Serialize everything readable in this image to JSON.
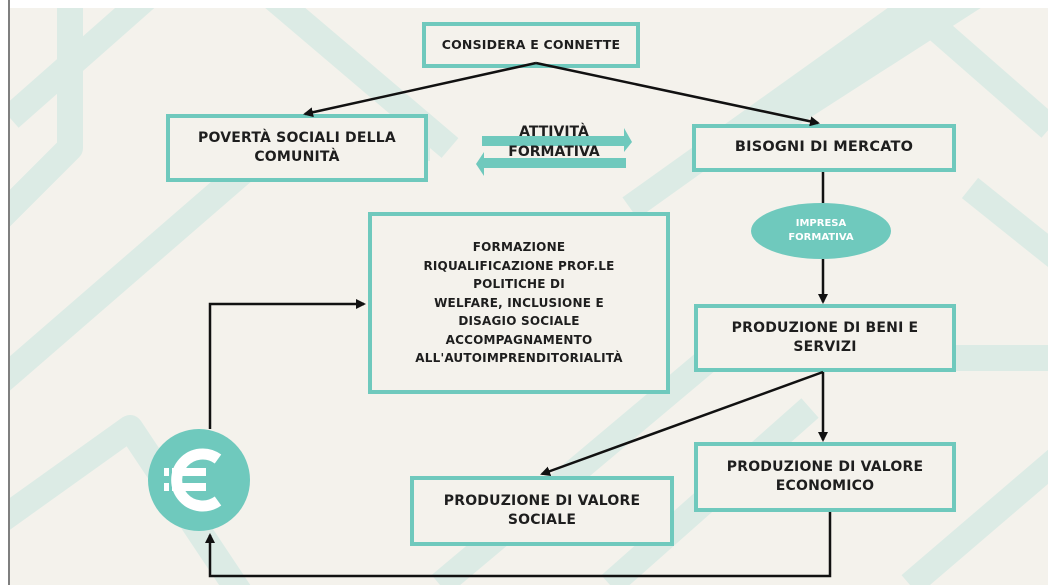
{
  "diagram": {
    "considera": "CONSIDERA E CONNETTE",
    "poverta": "POVERTÀ SOCIALI DELLA\nCOMUNITÀ",
    "attivita": "ATTIVITÀ\nFORMATIVA",
    "bisogni": "BISOGNI DI MERCATO",
    "impresa": "IMPRESA\nFORMATIVA",
    "formazione": "FORMAZIONE\nRIQUALIFICAZIONE PROF.LE\nPOLITICHE DI\nWELFARE, INCLUSIONE E\nDISAGIO SOCIALE\nACCOMPAGNAMENTO\nALL'AUTOIMPRENDITORIALITÀ",
    "beni": "PRODUZIONE DI BENI E\nSERVIZI",
    "economico": "PRODUZIONE DI VALORE\nECONOMICO",
    "sociale": "PRODUZIONE DI VALORE\nSOCIALE"
  },
  "icons": {
    "currency": "euro-icon",
    "exchange": "exchange-arrows-icon"
  },
  "colors": {
    "accent": "#6fc9bd",
    "background": "#f4f2ec",
    "arrow": "#111111",
    "pattern": "#dcebe5"
  }
}
